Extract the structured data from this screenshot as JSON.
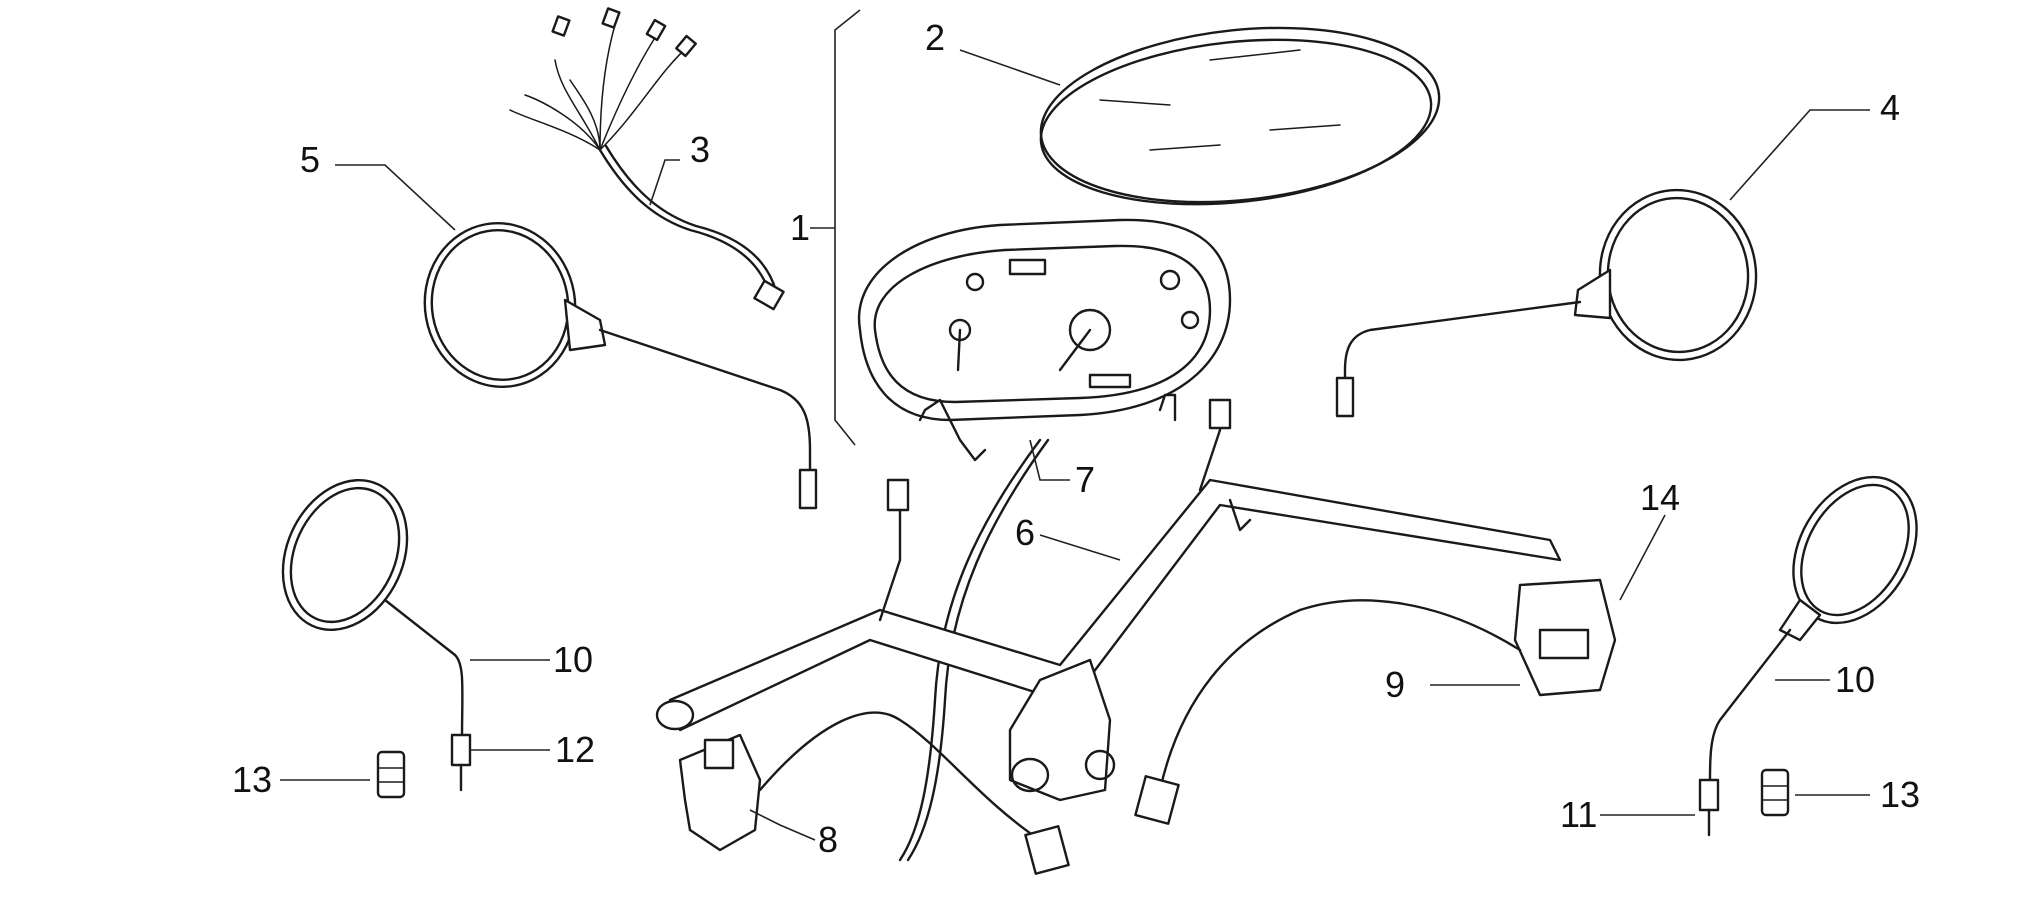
{
  "callouts": [
    {
      "id": "1",
      "label": "1"
    },
    {
      "id": "2",
      "label": "2"
    },
    {
      "id": "3",
      "label": "3"
    },
    {
      "id": "4",
      "label": "4"
    },
    {
      "id": "5",
      "label": "5"
    },
    {
      "id": "6",
      "label": "6"
    },
    {
      "id": "7",
      "label": "7"
    },
    {
      "id": "8",
      "label": "8"
    },
    {
      "id": "9",
      "label": "9"
    },
    {
      "id": "10a",
      "label": "10"
    },
    {
      "id": "10b",
      "label": "10"
    },
    {
      "id": "11",
      "label": "11"
    },
    {
      "id": "12",
      "label": "12"
    },
    {
      "id": "13a",
      "label": "13"
    },
    {
      "id": "13b",
      "label": "13"
    },
    {
      "id": "14",
      "label": "14"
    }
  ]
}
